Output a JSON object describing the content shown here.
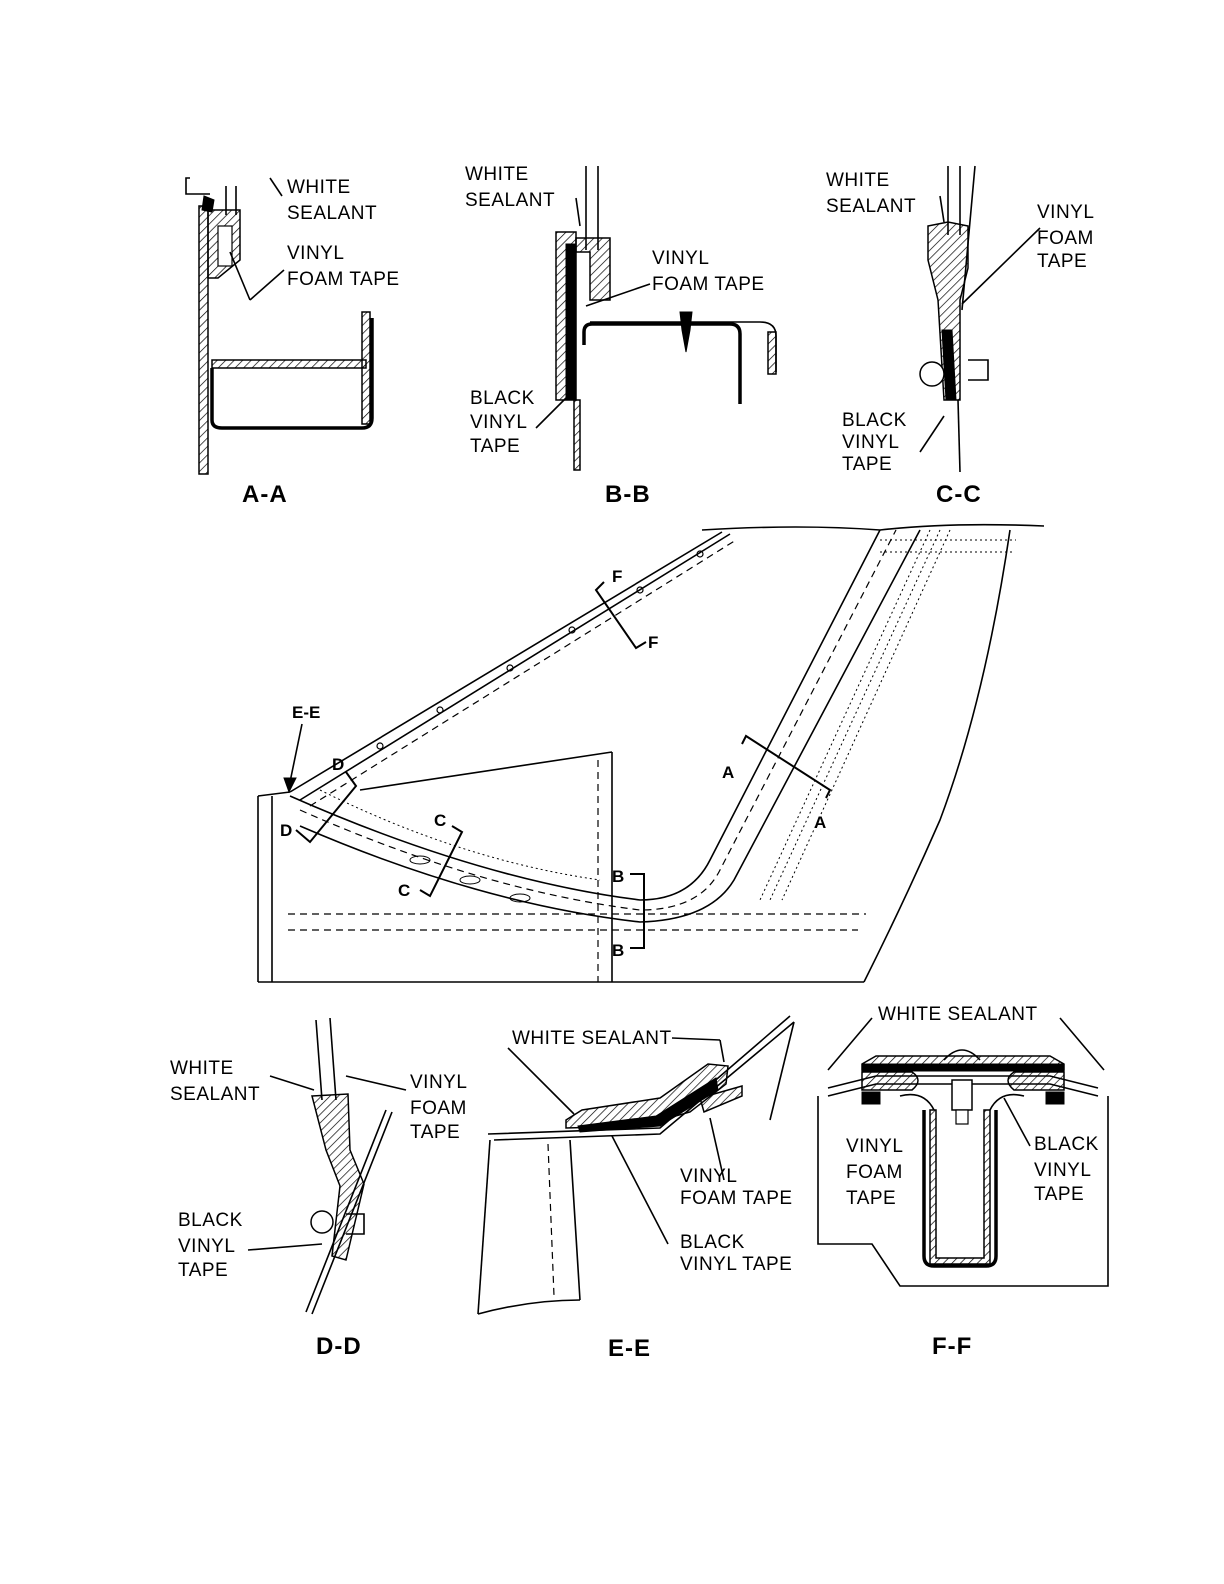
{
  "labels": {
    "white_sealant": "WHITE SEALANT",
    "white": "WHITE",
    "sealant": "SEALANT",
    "vinyl": "VINYL",
    "foam": "FOAM",
    "tape": "TAPE",
    "foam_tape": "FOAM TAPE",
    "vinyl_foam_tape": "VINYL FOAM TAPE",
    "black": "BLACK",
    "black_vinyl_tape": "BLACK VINYL TAPE",
    "vinyl_tape": "VINYL TAPE"
  },
  "sections": {
    "aa": "A-A",
    "bb": "B-B",
    "cc": "C-C",
    "dd": "D-D",
    "ee": "E-E",
    "ff": "F-F"
  },
  "markers": {
    "a": "A",
    "b": "B",
    "c": "C",
    "d": "D",
    "f": "F",
    "ee": "E-E"
  }
}
